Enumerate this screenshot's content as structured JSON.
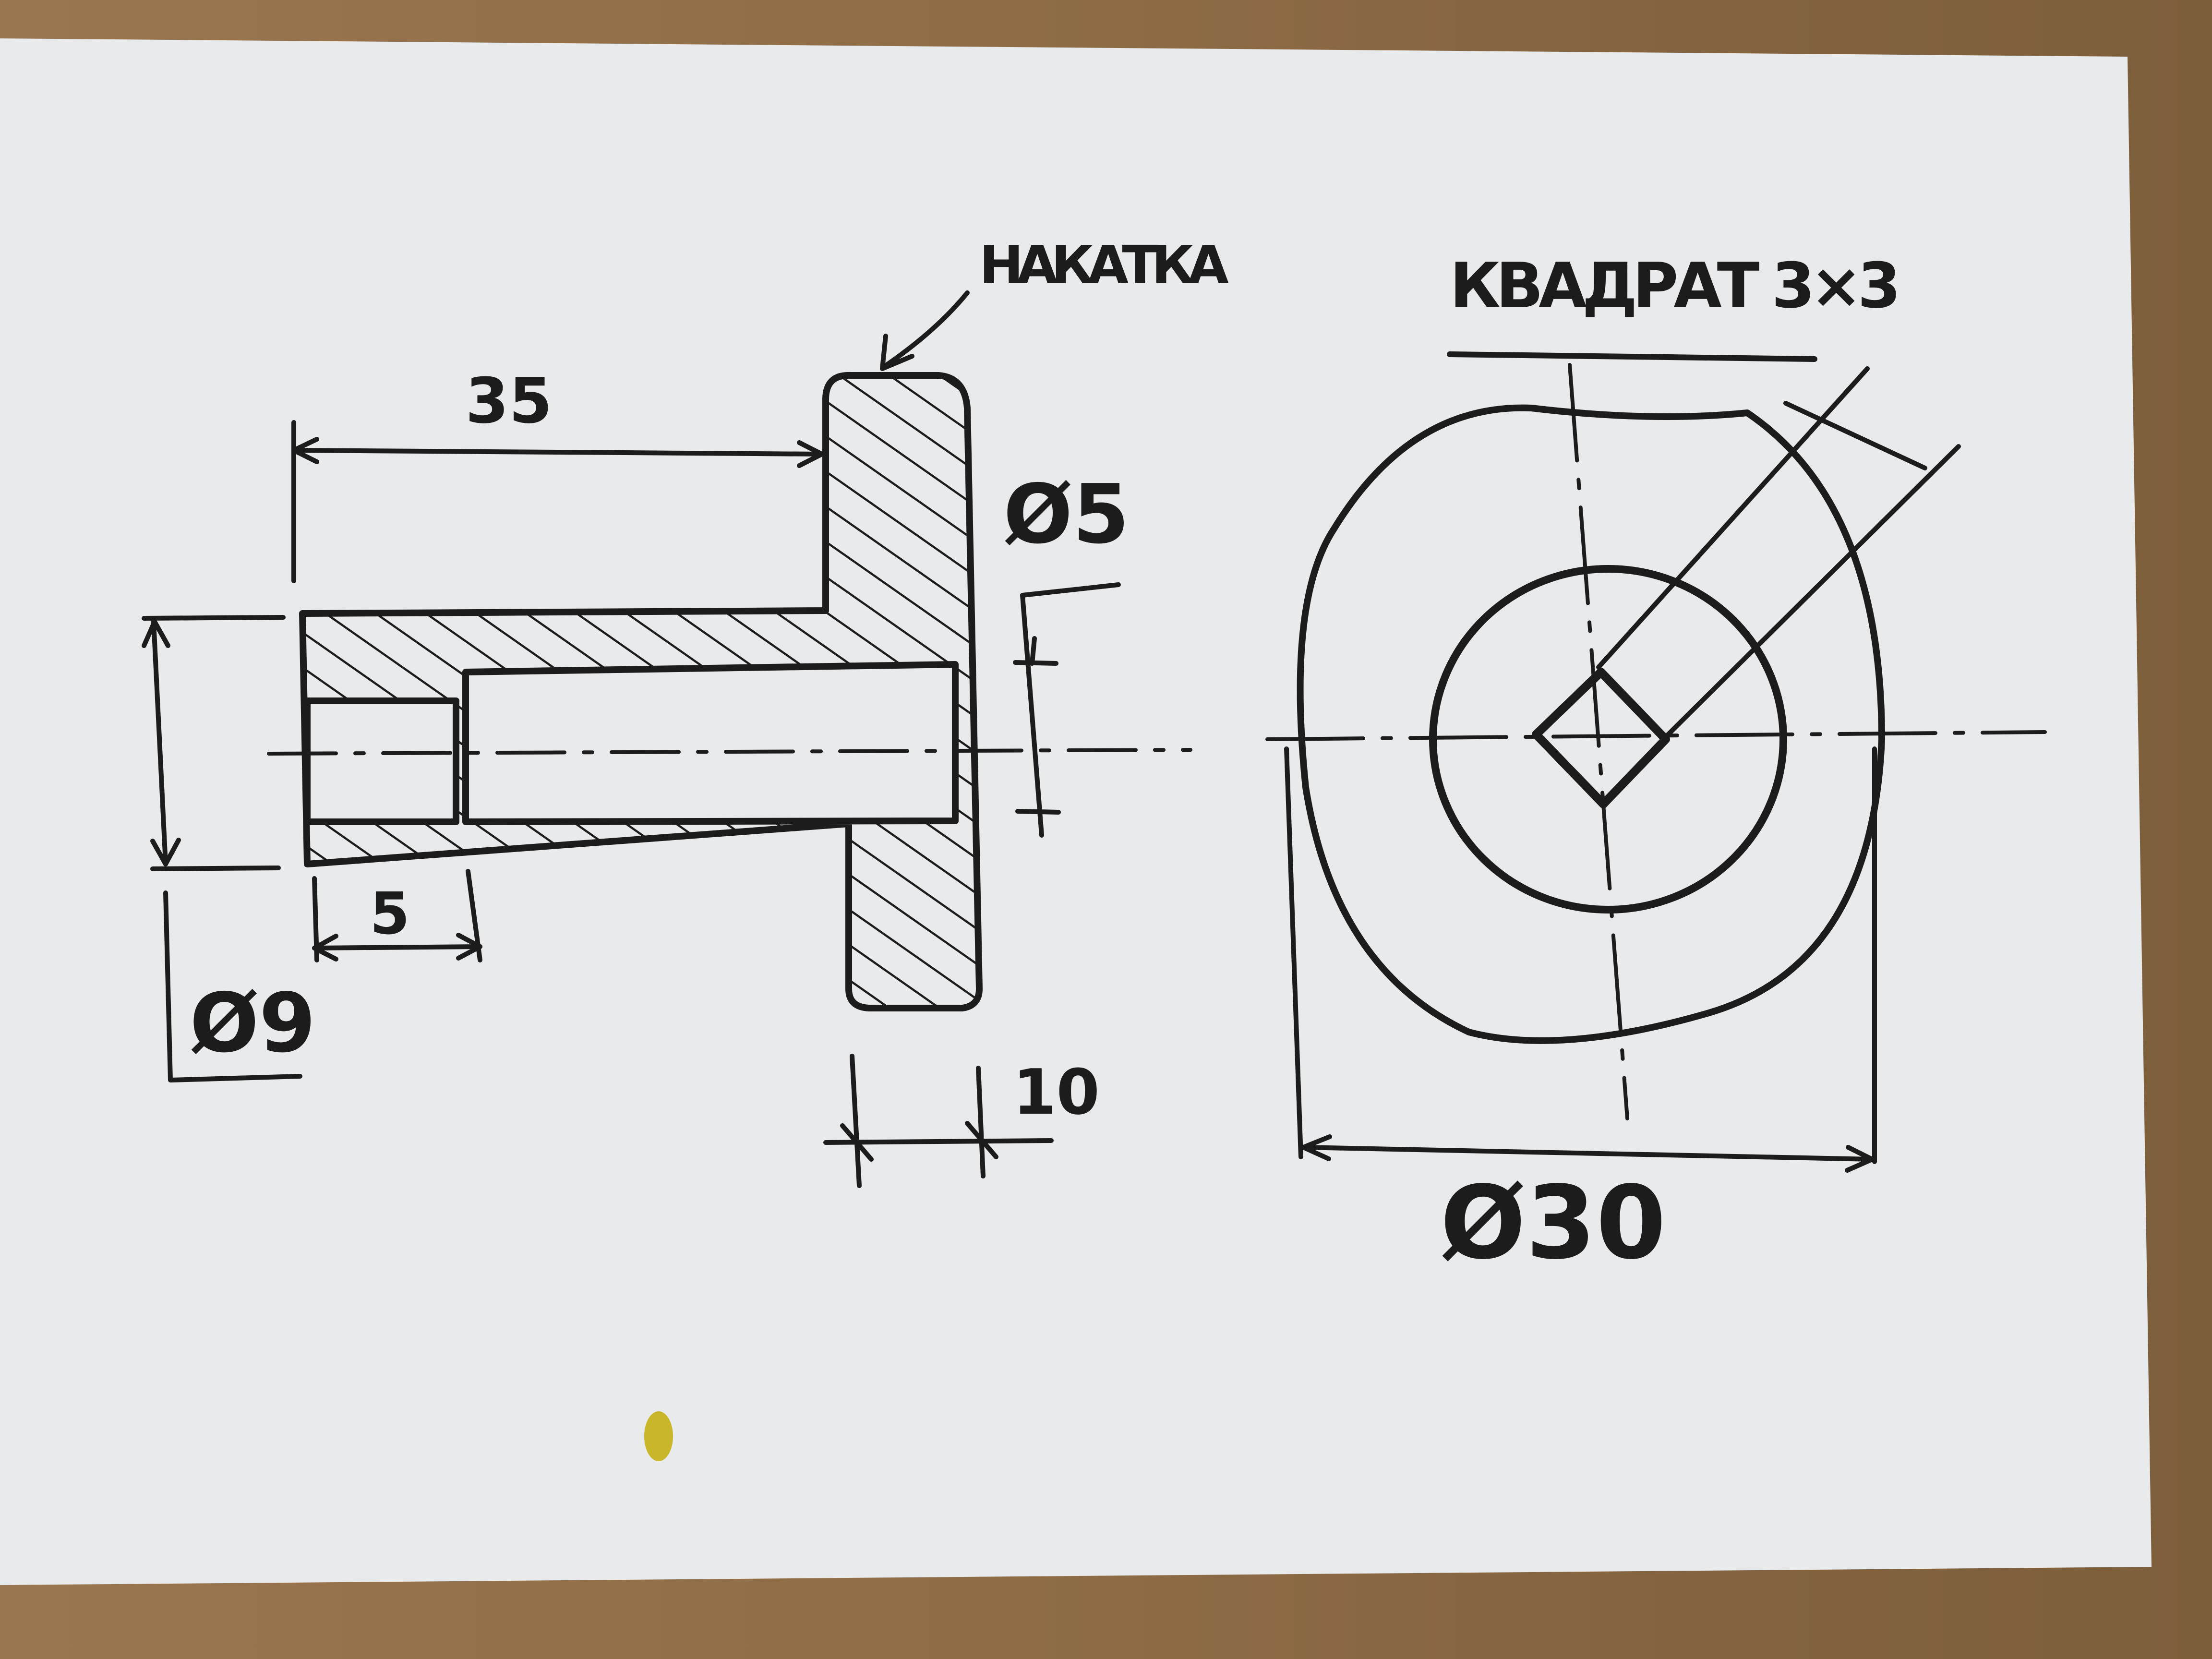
{
  "colors": {
    "table_wood": "#8a6a45",
    "paper": "#e9eaec",
    "ink": "#1c1c1c",
    "stain": "#c9b62a"
  },
  "drawing": {
    "label_knurl": "НАКАТКА",
    "label_square": "КВАДРАТ 3×3",
    "dim_flange_offset": "35",
    "dim_bore": "Ø5",
    "dim_shaft": "Ø9",
    "dim_counterbore_depth": "5",
    "dim_flange_width": "10",
    "dim_flange_diameter": "Ø30"
  }
}
